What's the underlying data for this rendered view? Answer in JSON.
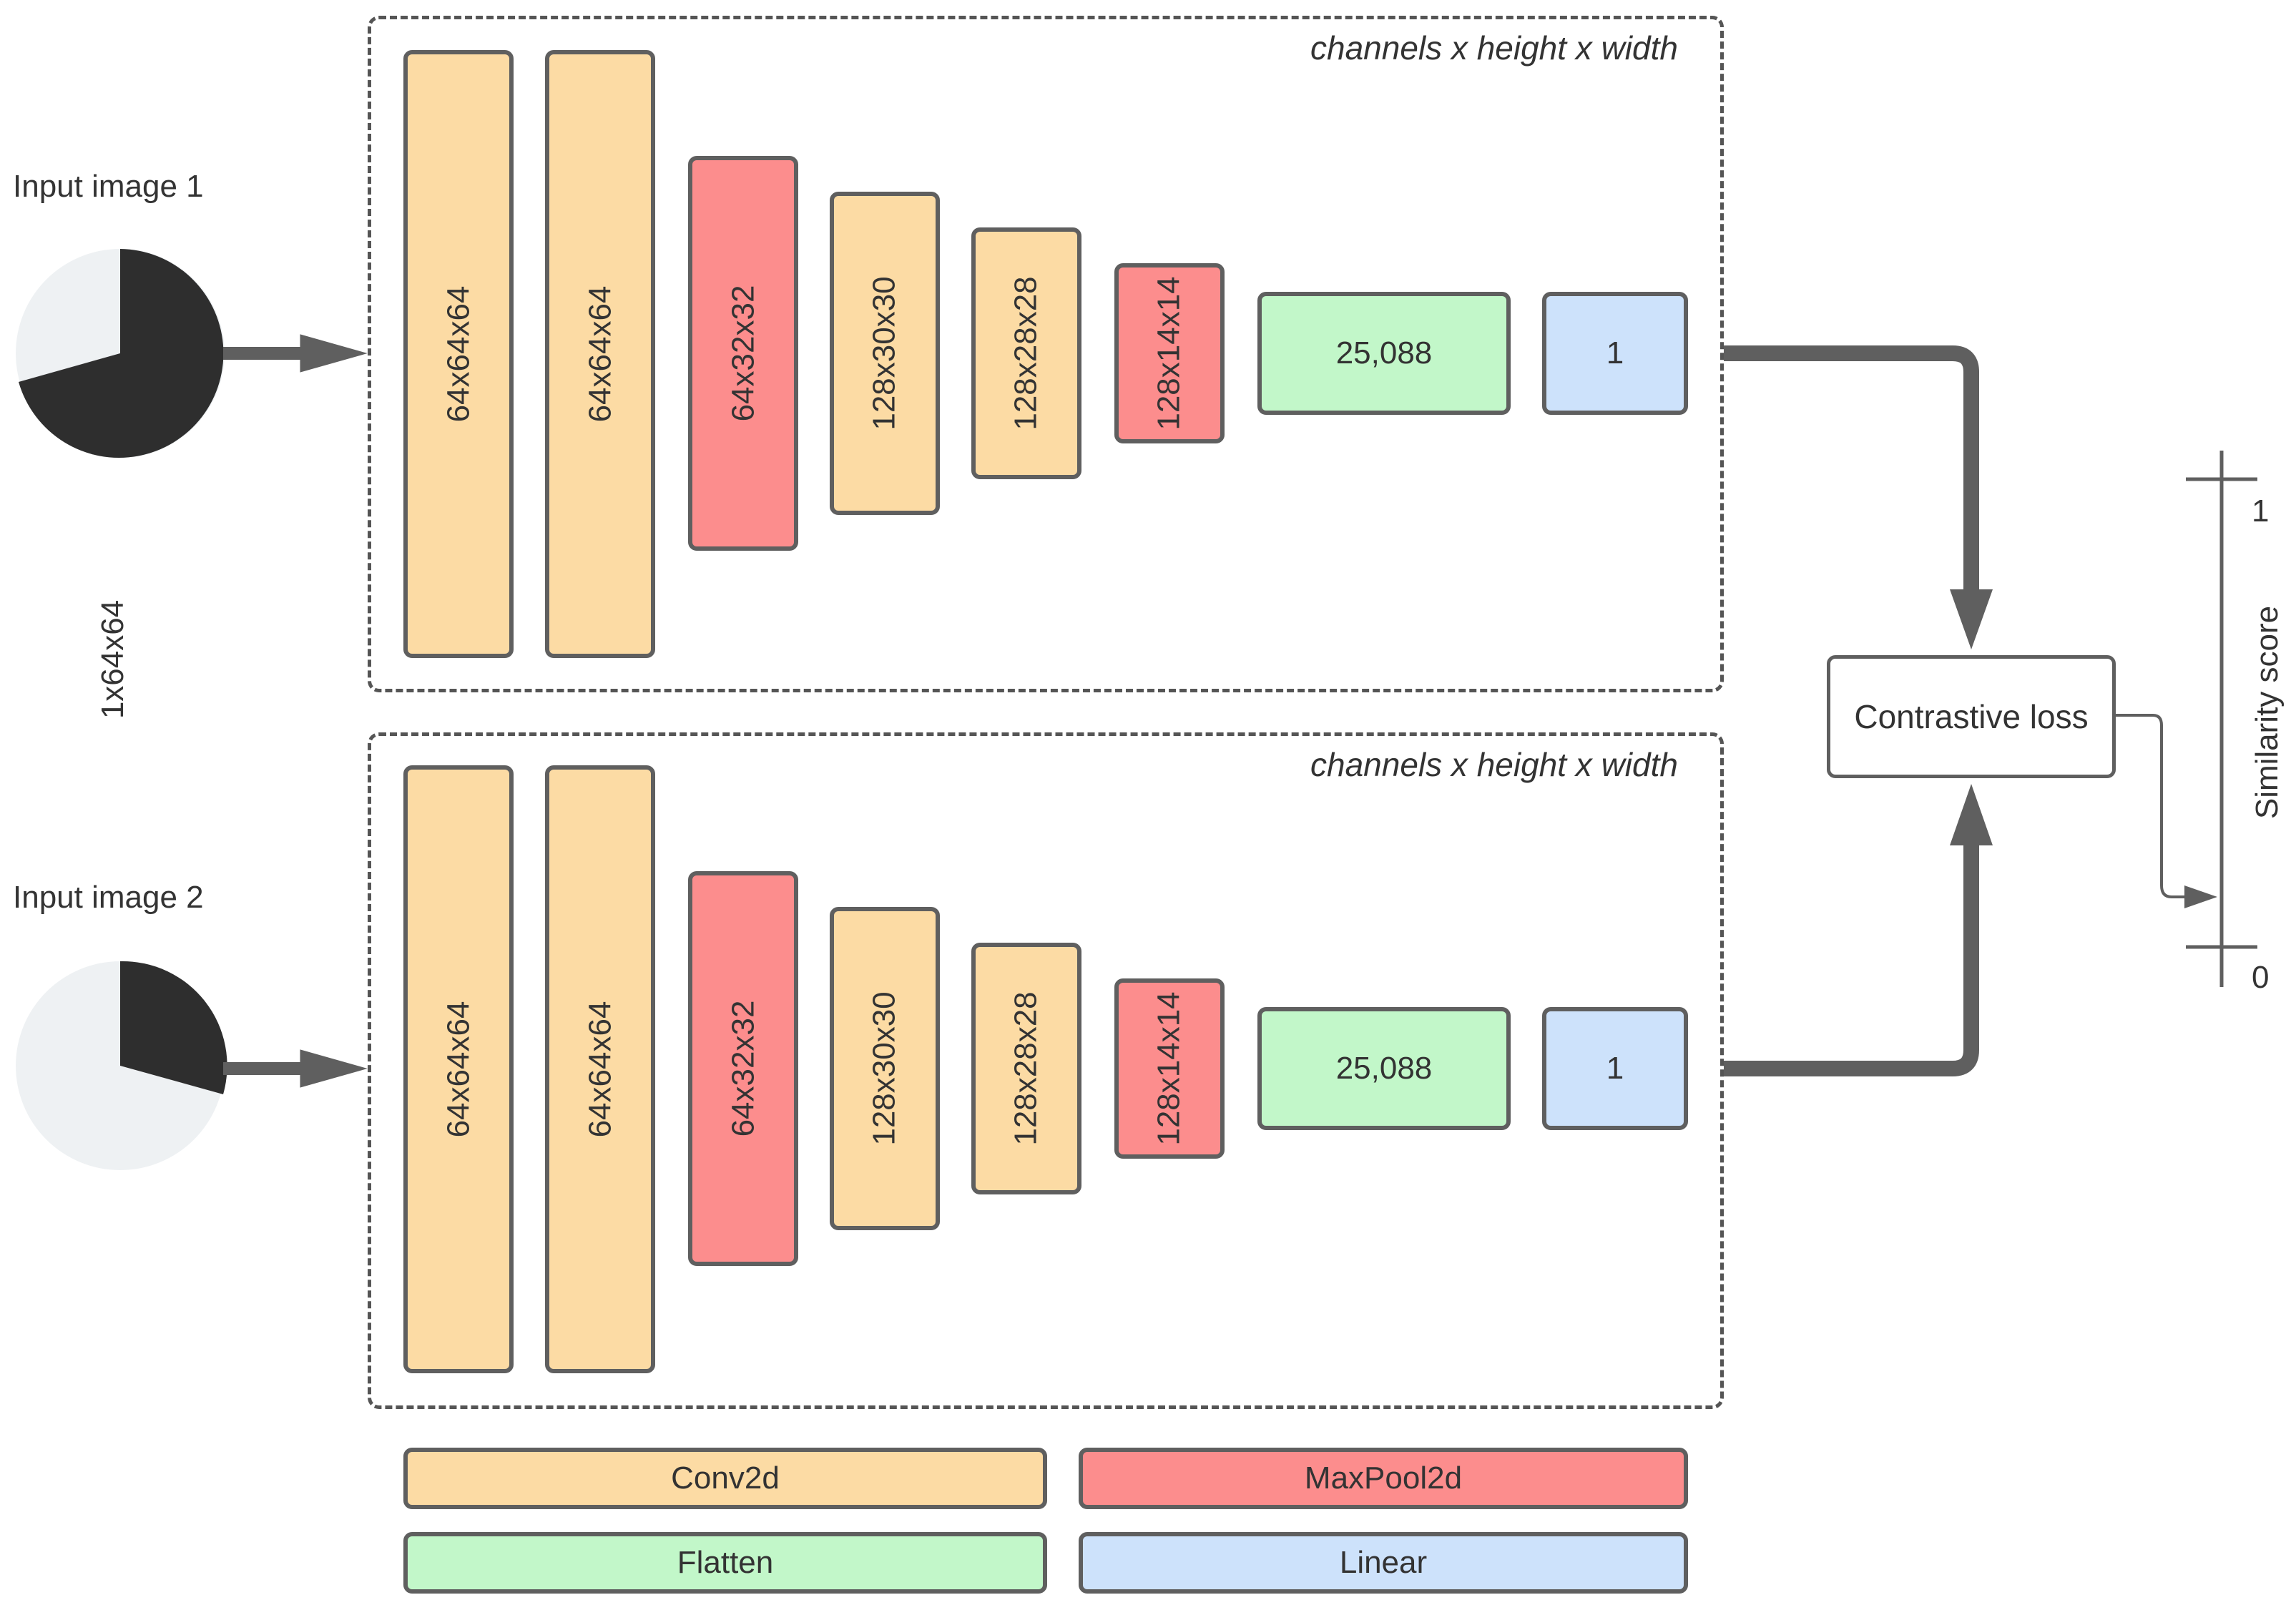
{
  "inputs": {
    "image1_label": "Input image 1",
    "image2_label": "Input image 2",
    "input_shape": "1x64x64"
  },
  "branches": {
    "caption": "channels x height x width",
    "top": {
      "blocks": [
        "64x64x64",
        "64x64x64",
        "64x32x32",
        "128x30x30",
        "128x28x28",
        "128x14x14",
        "25,088",
        "1"
      ]
    },
    "bottom": {
      "blocks": [
        "64x64x64",
        "64x64x64",
        "64x32x32",
        "128x30x30",
        "128x28x28",
        "128x14x14",
        "25,088",
        "1"
      ]
    }
  },
  "loss": {
    "label": "Contrastive loss"
  },
  "similarity": {
    "label": "Similarity score",
    "max": "1",
    "min": "0"
  },
  "legend": {
    "conv": "Conv2d",
    "maxpool": "MaxPool2d",
    "flatten": "Flatten",
    "linear": "Linear"
  },
  "colors": {
    "conv": "#fcdba4",
    "maxpool": "#fc8d8d",
    "flatten": "#c2f7c9",
    "linear": "#cde2fb",
    "stroke": "#5f5f5f",
    "arrow": "#5f5f5f",
    "pie_dark": "#2e2e2e",
    "pie_light": "#eef1f3"
  }
}
